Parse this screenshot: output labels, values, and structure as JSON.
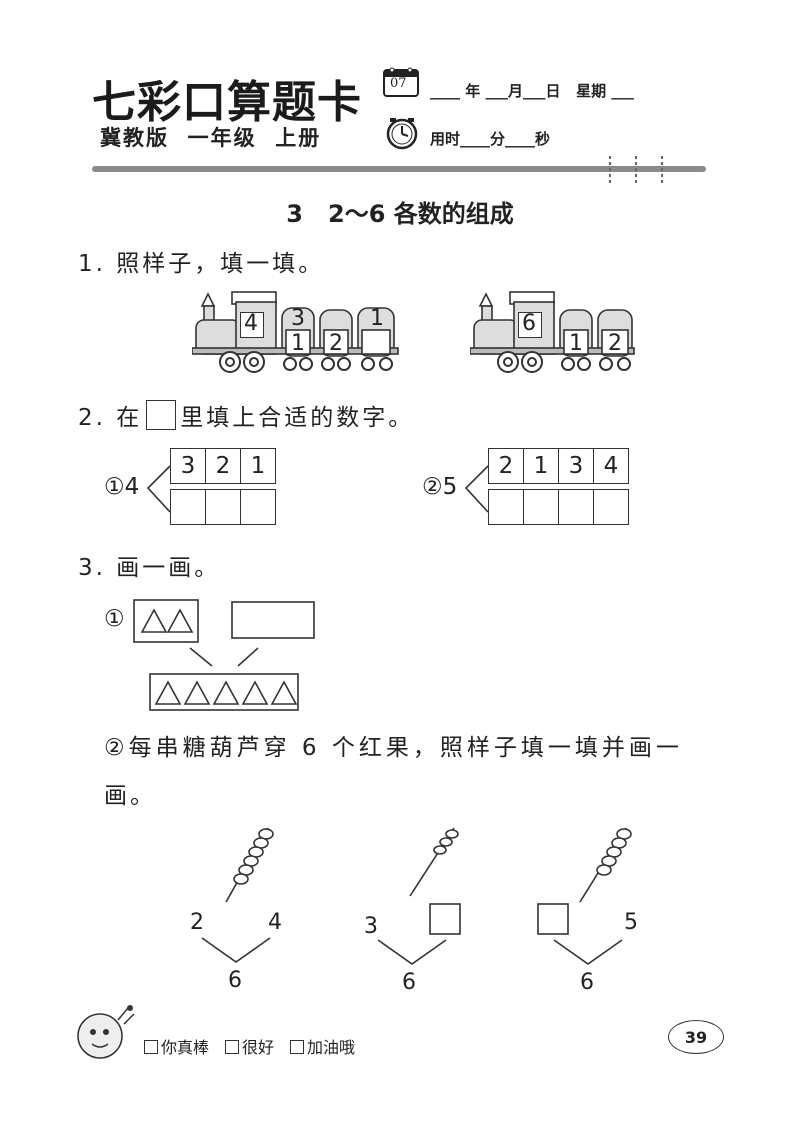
{
  "header": {
    "logo_text": "七彩口算题卡",
    "edition": "冀教版  一年级  上册",
    "calendar_number": "07",
    "date_line": "____ 年 ___月___日   星期 ___",
    "time_line": "用时____分____秒"
  },
  "section_title": "3   2～6 各数的组成",
  "q1": {
    "prompt": "1. 照样子，填一填。",
    "train1": {
      "car_big": "4",
      "car1_top": "3",
      "car1_bottom": "1",
      "car2_bottom": "2",
      "car3_top": "1"
    },
    "train2": {
      "car_big": "6",
      "car1_bottom": "1",
      "car2_bottom": "2"
    }
  },
  "q2": {
    "prompt_pre": "2. 在",
    "prompt_post": "里填上合适的数字。",
    "item1": {
      "label": "①4",
      "top_values": [
        "3",
        "2",
        "1"
      ]
    },
    "item2": {
      "label": "②5",
      "top_values": [
        "2",
        "1",
        "3",
        "4"
      ]
    }
  },
  "q3": {
    "prompt": "3. 画一画。",
    "part1_label": "①",
    "part2_text": "②每串糖葫芦穿 6 个红果，照样子填一填并画一",
    "part2_text_cont": "画。",
    "trees": [
      {
        "left": "2",
        "right": "4",
        "total": "6"
      },
      {
        "left": "3",
        "right": "",
        "total": "6"
      },
      {
        "left": "",
        "right": "5",
        "total": "6"
      }
    ]
  },
  "footer": {
    "ratings": [
      "你真棒",
      "很好",
      "加油哦"
    ],
    "page_number": "39"
  }
}
